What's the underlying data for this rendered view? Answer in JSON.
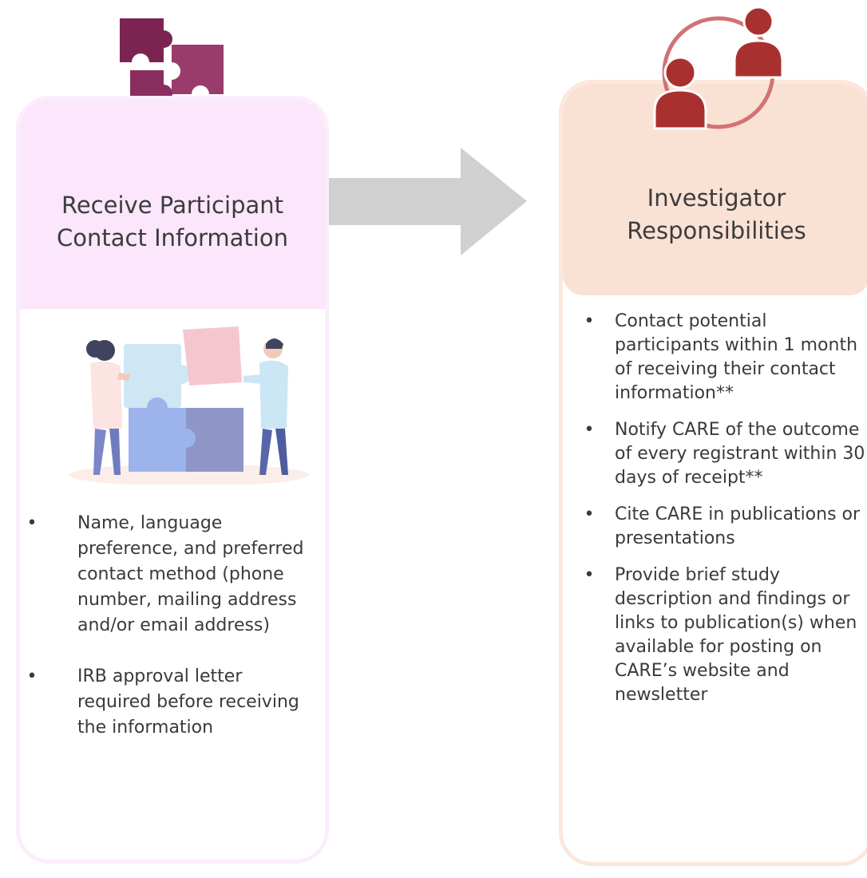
{
  "left_card": {
    "title": "Receive Participant Contact Information",
    "items": [
      "Name, language preference, and preferred contact method (phone number, mailing address and/or email address)",
      "IRB approval letter required before receiving the information"
    ]
  },
  "right_card": {
    "title": "Investigator Responsibilities",
    "items": [
      "Contact potential participants within 1 month of receiving their contact information**",
      "Notify CARE of the outcome of every registrant within 30 days of receipt**",
      "Cite CARE in publications or presentations",
      "Provide brief study description and findings or links to publication(s) when available for posting on CARE’s website and newsletter"
    ]
  },
  "bullet_glyph": "•",
  "icons": {
    "top_left": "puzzle-pieces-icon",
    "illustration": "people-assembling-puzzle-illustration",
    "arrow": "right-arrow-icon",
    "top_right": "two-people-exchange-icon"
  },
  "colors": {
    "left_header": "#fbe6fb",
    "right_header": "#f9e1d4",
    "puzzle_dark": "#7b2452",
    "puzzle_mid": "#993c6b",
    "people": "#a8312f",
    "arrow": "#cfcfcf"
  }
}
